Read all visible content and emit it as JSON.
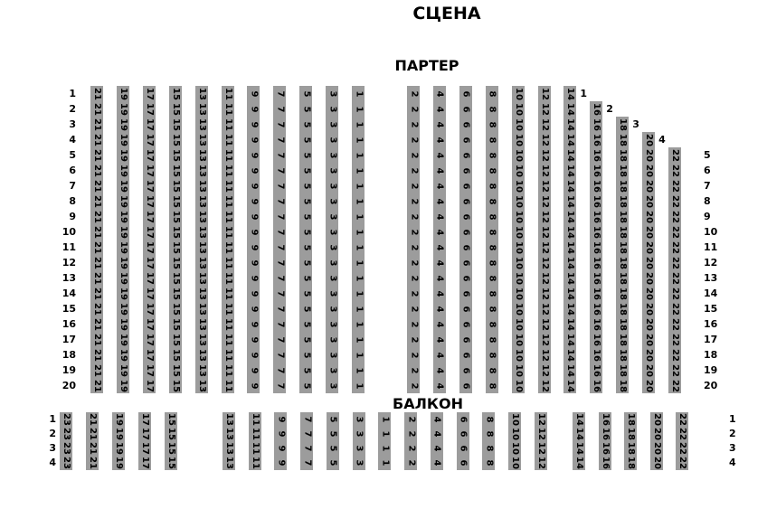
{
  "stage_label": "СЦЕНА",
  "colors": {
    "seat": "#9c9c9c",
    "seat_text": "#000000",
    "label_text": "#000000",
    "background": "#ffffff"
  },
  "sections": {
    "parterre": {
      "title": "ПАРТЕР",
      "row_count": 20,
      "left_row_labels": [
        "1",
        "2",
        "3",
        "4",
        "5",
        "6",
        "7",
        "8",
        "9",
        "10",
        "11",
        "12",
        "13",
        "14",
        "15",
        "16",
        "17",
        "18",
        "19",
        "20"
      ],
      "right_row_labels": [
        "5",
        "6",
        "7",
        "8",
        "9",
        "10",
        "11",
        "12",
        "13",
        "14",
        "15",
        "16",
        "17",
        "18",
        "19",
        "20"
      ],
      "diagonal_row_labels": [
        "1",
        "2",
        "3",
        "4"
      ],
      "column_groups": [
        {
          "columns": [
            {
              "n": "21",
              "rows": [
                1,
                20
              ]
            },
            {
              "n": "19",
              "rows": [
                1,
                20
              ]
            },
            {
              "n": "17",
              "rows": [
                1,
                20
              ]
            },
            {
              "n": "15",
              "rows": [
                1,
                20
              ]
            },
            {
              "n": "13",
              "rows": [
                1,
                20
              ]
            },
            {
              "n": "11",
              "rows": [
                1,
                20
              ]
            },
            {
              "n": "9",
              "rows": [
                1,
                20
              ]
            },
            {
              "n": "7",
              "rows": [
                1,
                20
              ]
            },
            {
              "n": "5",
              "rows": [
                1,
                20
              ]
            },
            {
              "n": "3",
              "rows": [
                1,
                20
              ]
            },
            {
              "n": "1",
              "rows": [
                1,
                20
              ]
            }
          ]
        },
        {
          "columns": [
            {
              "n": "2",
              "rows": [
                1,
                20
              ]
            },
            {
              "n": "4",
              "rows": [
                1,
                20
              ]
            },
            {
              "n": "6",
              "rows": [
                1,
                20
              ]
            },
            {
              "n": "8",
              "rows": [
                1,
                20
              ]
            },
            {
              "n": "10",
              "rows": [
                1,
                20
              ]
            },
            {
              "n": "12",
              "rows": [
                1,
                20
              ]
            },
            {
              "n": "14",
              "rows": [
                1,
                20
              ]
            },
            {
              "n": "16",
              "rows": [
                2,
                20
              ]
            },
            {
              "n": "18",
              "rows": [
                3,
                20
              ]
            },
            {
              "n": "20",
              "rows": [
                4,
                20
              ]
            },
            {
              "n": "22",
              "rows": [
                5,
                20
              ]
            }
          ]
        }
      ]
    },
    "balcony": {
      "title": "БАЛКОН",
      "row_count": 4,
      "left_row_labels": [
        "1",
        "2",
        "3",
        "4"
      ],
      "right_row_labels": [
        "1",
        "2",
        "3",
        "4"
      ],
      "column_groups": [
        {
          "columns": [
            {
              "n": "23",
              "rows": [
                1,
                4
              ]
            },
            {
              "n": "21",
              "rows": [
                1,
                4
              ]
            },
            {
              "n": "19",
              "rows": [
                1,
                4
              ]
            },
            {
              "n": "17",
              "rows": [
                1,
                4
              ]
            },
            {
              "n": "15",
              "rows": [
                1,
                4
              ]
            }
          ]
        },
        {
          "columns": [
            {
              "n": "13",
              "rows": [
                1,
                4
              ]
            },
            {
              "n": "11",
              "rows": [
                1,
                4
              ]
            },
            {
              "n": "9",
              "rows": [
                1,
                4
              ]
            },
            {
              "n": "7",
              "rows": [
                1,
                4
              ]
            },
            {
              "n": "5",
              "rows": [
                1,
                4
              ]
            },
            {
              "n": "3",
              "rows": [
                1,
                4
              ]
            },
            {
              "n": "1",
              "rows": [
                1,
                4
              ]
            }
          ]
        },
        {
          "columns": [
            {
              "n": "2",
              "rows": [
                1,
                4
              ]
            },
            {
              "n": "4",
              "rows": [
                1,
                4
              ]
            },
            {
              "n": "6",
              "rows": [
                1,
                4
              ]
            },
            {
              "n": "8",
              "rows": [
                1,
                4
              ]
            },
            {
              "n": "10",
              "rows": [
                1,
                4
              ]
            },
            {
              "n": "12",
              "rows": [
                1,
                4
              ]
            }
          ]
        },
        {
          "columns": [
            {
              "n": "14",
              "rows": [
                1,
                4
              ]
            },
            {
              "n": "16",
              "rows": [
                1,
                4
              ]
            },
            {
              "n": "18",
              "rows": [
                1,
                4
              ]
            },
            {
              "n": "20",
              "rows": [
                1,
                4
              ]
            },
            {
              "n": "22",
              "rows": [
                1,
                4
              ]
            }
          ]
        }
      ]
    }
  }
}
